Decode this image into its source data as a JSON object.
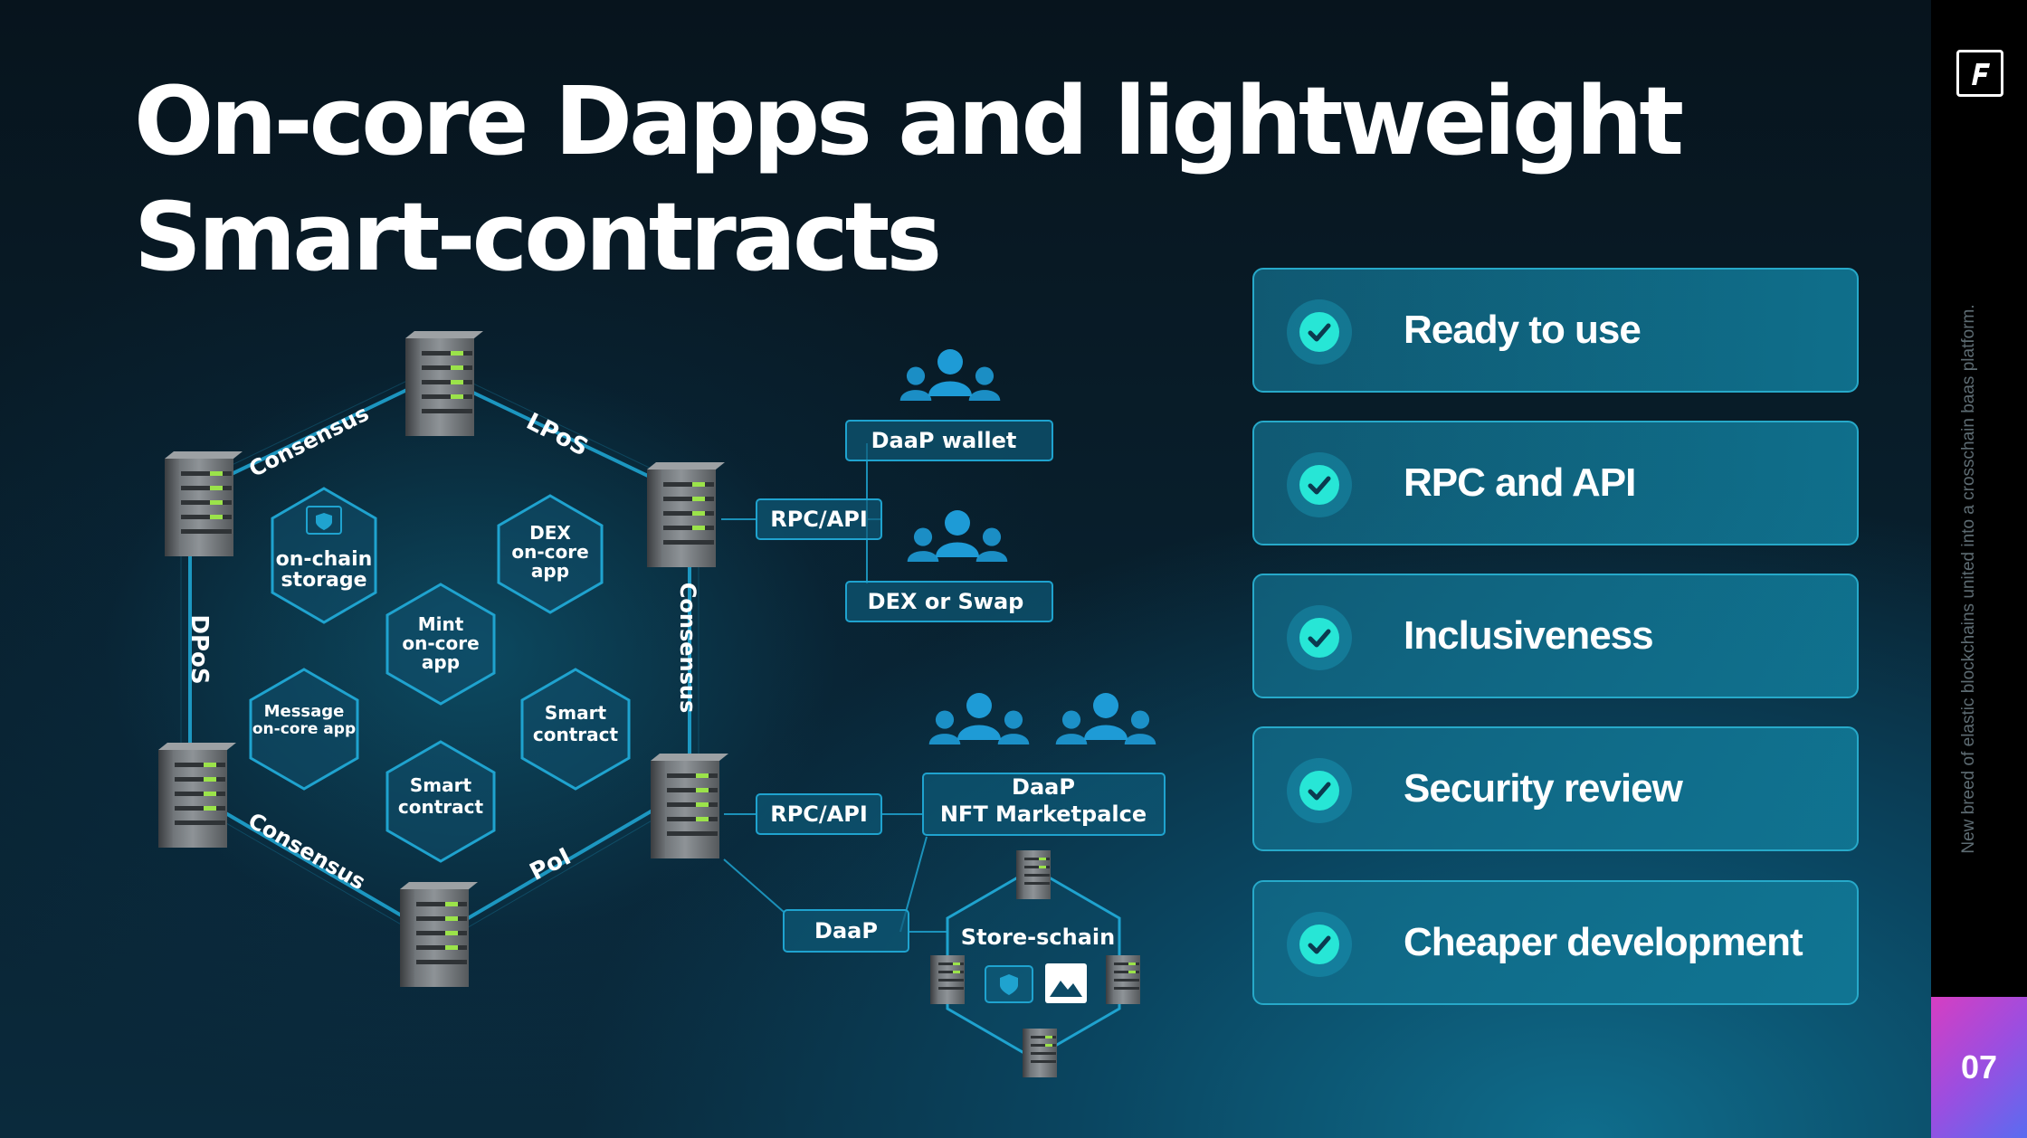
{
  "title": "On-core Dapps and lightweight Smart-contracts",
  "ring": {
    "edges": {
      "top_left": "Consensus",
      "top_right": "LPoS",
      "right": "Consensus",
      "bottom_right": "PoI",
      "bottom_left": "Consensus",
      "left": "DPoS"
    },
    "apps": {
      "storage": [
        "on-chain",
        "storage"
      ],
      "dex": [
        "DEX",
        "on-core",
        "app"
      ],
      "mint": [
        "Mint",
        "on-core",
        "app"
      ],
      "message": [
        "Message",
        "on-core app"
      ],
      "smart_right": [
        "Smart",
        "contract"
      ],
      "smart_bottom": [
        "Smart",
        "contract"
      ]
    }
  },
  "connections": {
    "rpc_top": "RPC/API",
    "rpc_bottom": "RPC/API",
    "daap_wallet": "DaaP wallet",
    "dex_swap": "DEX or Swap",
    "nft_market": [
      "DaaP",
      "NFT Marketpalce"
    ],
    "daap": "DaaP",
    "store_chain": "Store-schain"
  },
  "features": [
    {
      "label": "Ready to use"
    },
    {
      "label": "RPC and API"
    },
    {
      "label": "Inclusiveness"
    },
    {
      "label": "Security review"
    },
    {
      "label": "Cheaper development"
    }
  ],
  "sidebar": {
    "tagline": "New breed of elastic blockchains united into a crosschain baas platform.",
    "page_number": "07"
  },
  "colors": {
    "accent": "#27a9c9",
    "check": "#27e6d6",
    "server_led": "#9be34a",
    "people": "#1e9bd6",
    "page_badge_from": "#d63ec2",
    "page_badge_to": "#5a6cf0"
  }
}
